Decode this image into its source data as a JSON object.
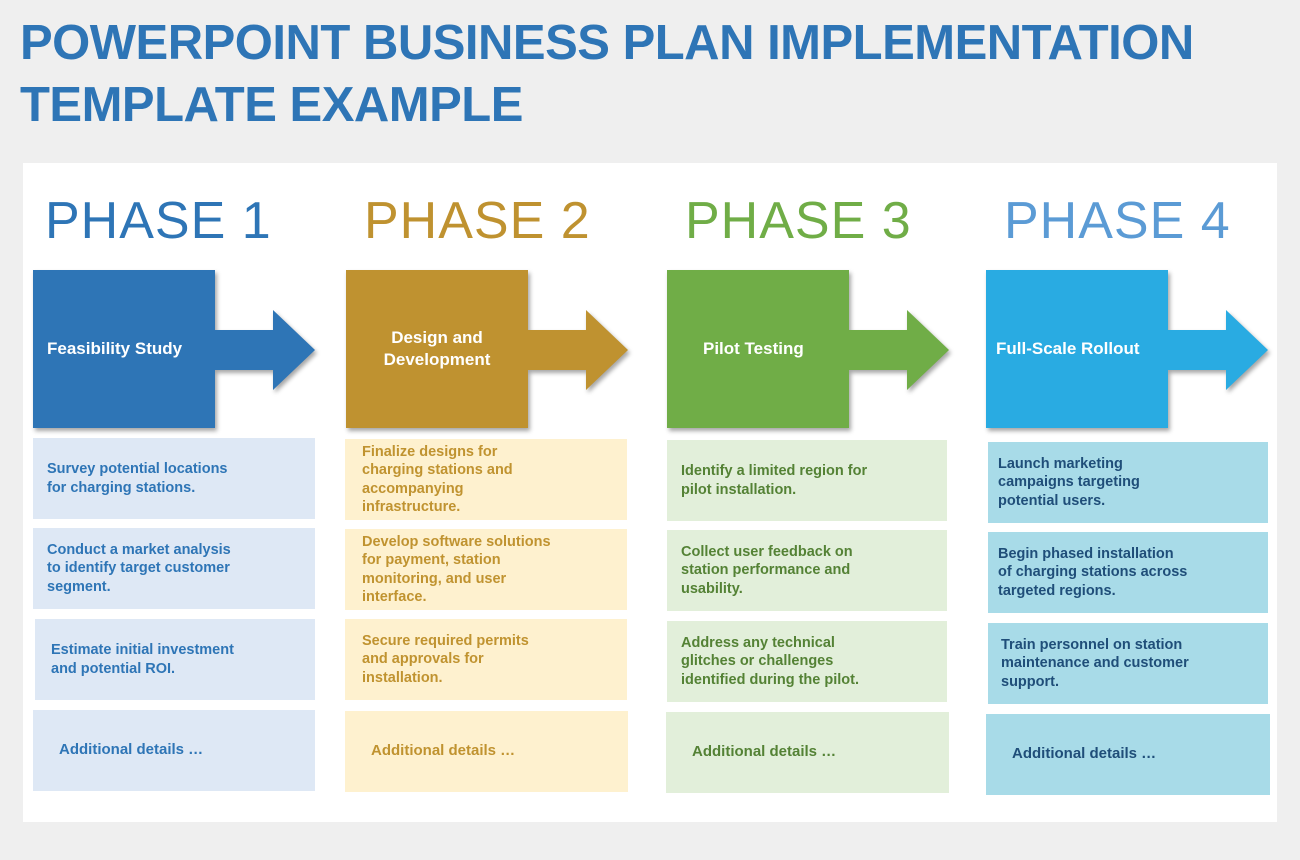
{
  "title": "POWERPOINT BUSINESS PLAN IMPLEMENTATION TEMPLATE EXAMPLE",
  "colors": {
    "title": "#2e75b6",
    "page_background": "#efefef",
    "panel_background": "#ffffff"
  },
  "phases": [
    {
      "heading": "PHASE 1",
      "label": "Feasibility Study",
      "heading_color": "#2e75b6",
      "arrow_color": "#2e75b6",
      "box_color": "#dee8f5",
      "text_color": "#2e75b6",
      "tasks": [
        "Survey potential locations for charging stations.",
        "Conduct a market analysis to identify target customer segment.",
        "Estimate initial investment and potential ROI."
      ],
      "extra": "Additional details …"
    },
    {
      "heading": "PHASE 2",
      "label": "Design and Development",
      "heading_color": "#bf9230",
      "arrow_color": "#bf9230",
      "box_color": "#fef1cf",
      "text_color": "#c09330",
      "tasks": [
        "Finalize designs for charging stations and accompanying infrastructure.",
        "Develop software solutions for payment, station monitoring, and user interface.",
        "Secure required permits and approvals for installation."
      ],
      "extra": "Additional details …"
    },
    {
      "heading": "PHASE 3",
      "label": "Pilot Testing",
      "heading_color": "#70ad47",
      "arrow_color": "#70ad47",
      "box_color": "#e2efda",
      "text_color": "#548235",
      "tasks": [
        "Identify a limited region for pilot installation.",
        "Collect user feedback on station performance and usability.",
        "Address any technical glitches or challenges identified during the pilot."
      ],
      "extra": "Additional details …"
    },
    {
      "heading": "PHASE 4",
      "label": "Full-Scale Rollout",
      "heading_color": "#5b9bd5",
      "arrow_color": "#29abe2",
      "box_color": "#a8dbe8",
      "text_color": "#1f4e79",
      "tasks": [
        "Launch marketing campaigns targeting potential users.",
        "Begin phased installation of charging stations across targeted regions.",
        "Train personnel on station maintenance and customer support."
      ],
      "extra": "Additional details …"
    }
  ]
}
